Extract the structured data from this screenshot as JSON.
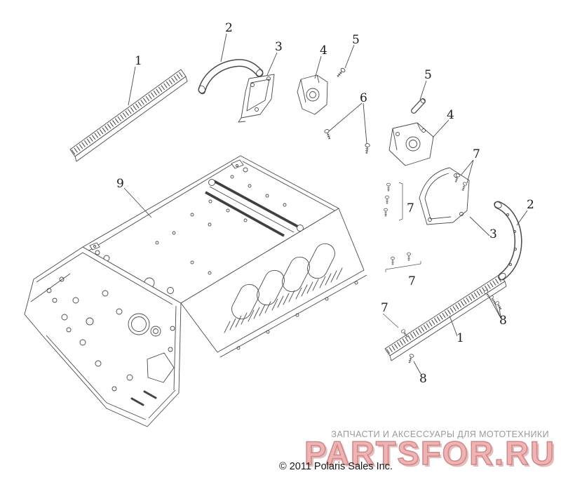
{
  "colors": {
    "line": "#4a4a4a",
    "watermark_brand": "#eeb4b4",
    "watermark_brand_outline": "#d18787",
    "watermark_tagline": "#9a9a9a",
    "text": "#161616"
  },
  "diagram": {
    "callouts": [
      {
        "n": "1",
        "part": "rail-upper"
      },
      {
        "n": "2",
        "part": "handle-tube-upper"
      },
      {
        "n": "3",
        "part": "gusset-bracket-upper"
      },
      {
        "n": "4",
        "part": "mount-bracket-upper"
      },
      {
        "n": "5",
        "part": "bolt-upper"
      },
      {
        "n": "6",
        "part": "fastener-pair"
      },
      {
        "n": "5",
        "part": "spacer-right"
      },
      {
        "n": "4",
        "part": "mount-bracket-right"
      },
      {
        "n": "7",
        "part": "screws-panel-right"
      },
      {
        "n": "2",
        "part": "handle-tube-right"
      },
      {
        "n": "3",
        "part": "side-panel-right"
      },
      {
        "n": "7",
        "part": "screws-mid-column"
      },
      {
        "n": "9",
        "part": "tunnel-body"
      },
      {
        "n": "7",
        "part": "screws-above-rail"
      },
      {
        "n": "7",
        "part": "screws-rail-end"
      },
      {
        "n": "1",
        "part": "rail-lower"
      },
      {
        "n": "8",
        "part": "screws-rail-right"
      },
      {
        "n": "8",
        "part": "screw-rail-bottom"
      }
    ]
  },
  "watermark": {
    "tagline": "ЗАПЧАСТИ И АКСЕССУАРЫ ДЛЯ МОТОТЕХНИКИ",
    "brand": "PARTSFOR.RU"
  },
  "footer": {
    "copyright": "© 2011 Polaris Sales Inc."
  }
}
